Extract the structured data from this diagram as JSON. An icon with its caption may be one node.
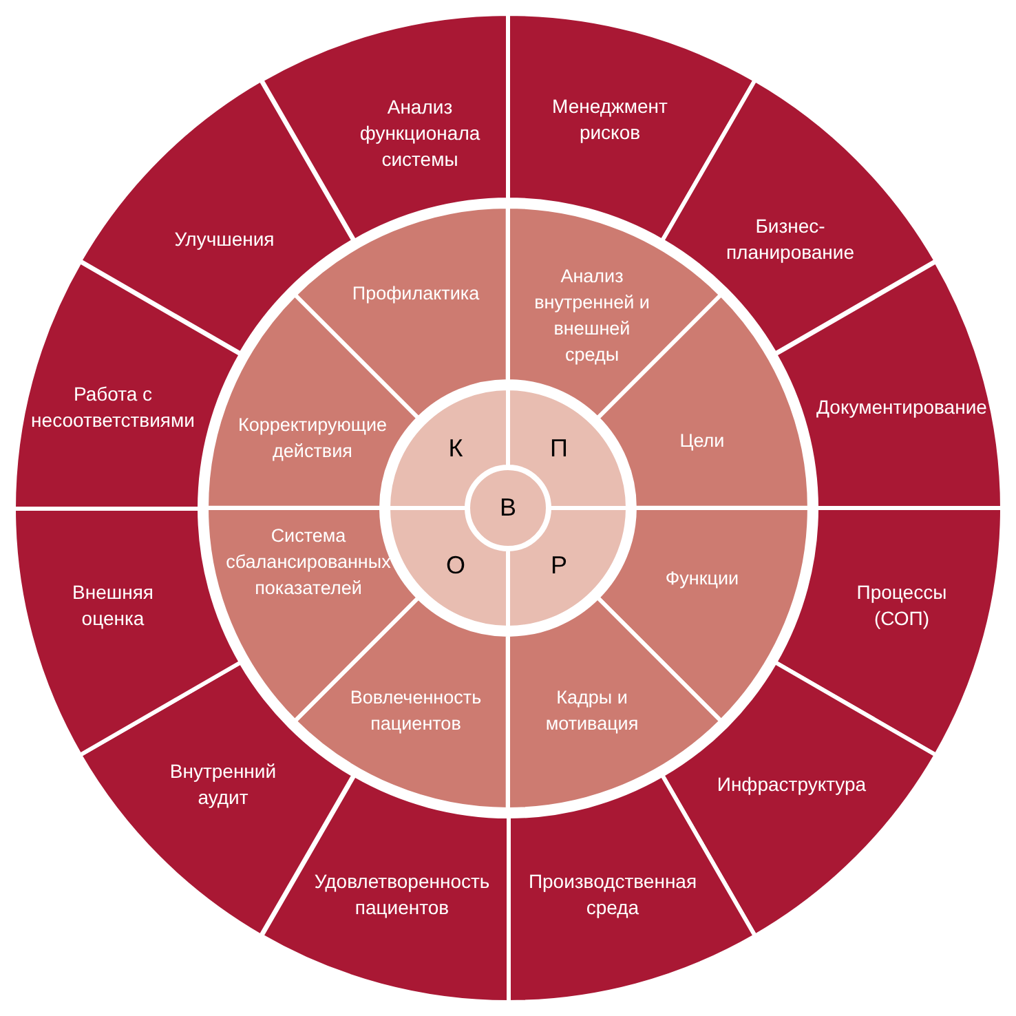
{
  "diagram": {
    "nodes": [
      {
        "text": [
          "В"
        ]
      },
      {
        "text": [
          "К"
        ]
      },
      {
        "text": [
          "П"
        ]
      },
      {
        "text": [
          "Р"
        ]
      },
      {
        "text": [
          "О"
        ]
      },
      {
        "text": [
          "Профилактика"
        ]
      },
      {
        "text": [
          "Анализ внутренней и внешней среды"
        ]
      },
      {
        "text": [
          "Цели"
        ]
      },
      {
        "text": [
          "Функции"
        ]
      },
      {
        "text": [
          "Кадры и мотивация"
        ]
      },
      {
        "text": [
          "Вовлеченность пациентов"
        ]
      },
      {
        "text": [
          "Система сбалансированных показателей"
        ]
      },
      {
        "text": [
          "Корректирующие действия"
        ]
      },
      {
        "text": [
          "Анализ функционала системы"
        ]
      },
      {
        "text": [
          "Менеджмент рисков"
        ]
      },
      {
        "text": [
          "Бизнес-планирование"
        ]
      },
      {
        "text": [
          "Документирование"
        ]
      },
      {
        "text": [
          "Процессы (СОП)"
        ]
      },
      {
        "text": [
          "Инфраструктура"
        ]
      },
      {
        "text": [
          "Производственная среда"
        ]
      },
      {
        "text": [
          "Удовлетворенность пациентов"
        ]
      },
      {
        "text": [
          "Внутренний аудит"
        ]
      },
      {
        "text": [
          "Внешняя оценка"
        ]
      },
      {
        "text": [
          "Работа с несоответствиями"
        ]
      },
      {
        "text": [
          "Улучшения"
        ]
      }
    ]
  }
}
